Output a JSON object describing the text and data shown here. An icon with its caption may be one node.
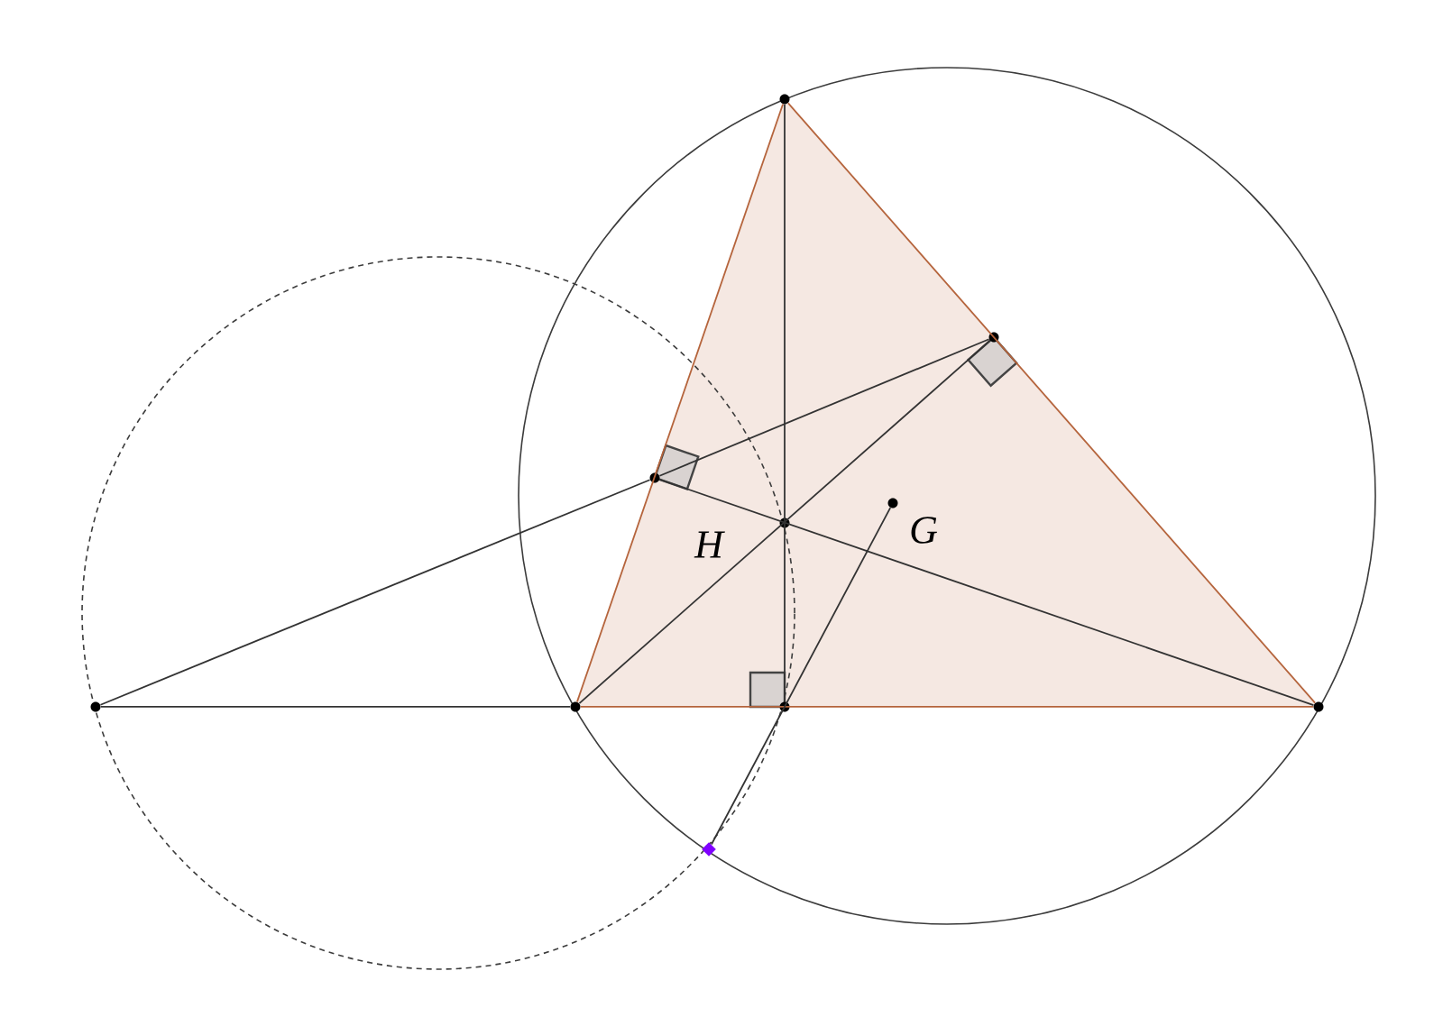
{
  "diagram": {
    "nodes": [
      {
        "text": [],
        "shape": "circle"
      },
      {
        "text": [],
        "shape": "circle"
      },
      {
        "text": [],
        "shape": "circle"
      },
      {
        "text": [],
        "shape": "circle",
        "beside": [
          "G"
        ]
      },
      {
        "text": [],
        "shape": "circle",
        "beside": [
          "H"
        ]
      },
      {
        "text": [],
        "shape": "circle"
      },
      {
        "text": [],
        "shape": "circle"
      },
      {
        "text": [],
        "shape": "circle"
      },
      {
        "text": [],
        "shape": "circle"
      },
      {
        "text": [],
        "shape": "diamond"
      }
    ],
    "edges": [
      {
        "from": 0,
        "to": 6,
        "arrow": "none",
        "color": "#b5643c"
      },
      {
        "from": 0,
        "to": 8,
        "arrow": "none",
        "color": "#b5643c"
      },
      {
        "from": 6,
        "to": 8,
        "arrow": "none",
        "color": "#b5643c"
      },
      {
        "from": 0,
        "to": 7,
        "arrow": "none"
      },
      {
        "from": 6,
        "to": 1,
        "arrow": "none"
      },
      {
        "from": 8,
        "to": 2,
        "arrow": "none"
      },
      {
        "from": 5,
        "to": 6,
        "arrow": "none"
      },
      {
        "from": 5,
        "to": 2,
        "arrow": "none"
      },
      {
        "from": 2,
        "to": 1,
        "arrow": "none"
      },
      {
        "from": 9,
        "to": 3,
        "arrow": "none"
      }
    ]
  }
}
